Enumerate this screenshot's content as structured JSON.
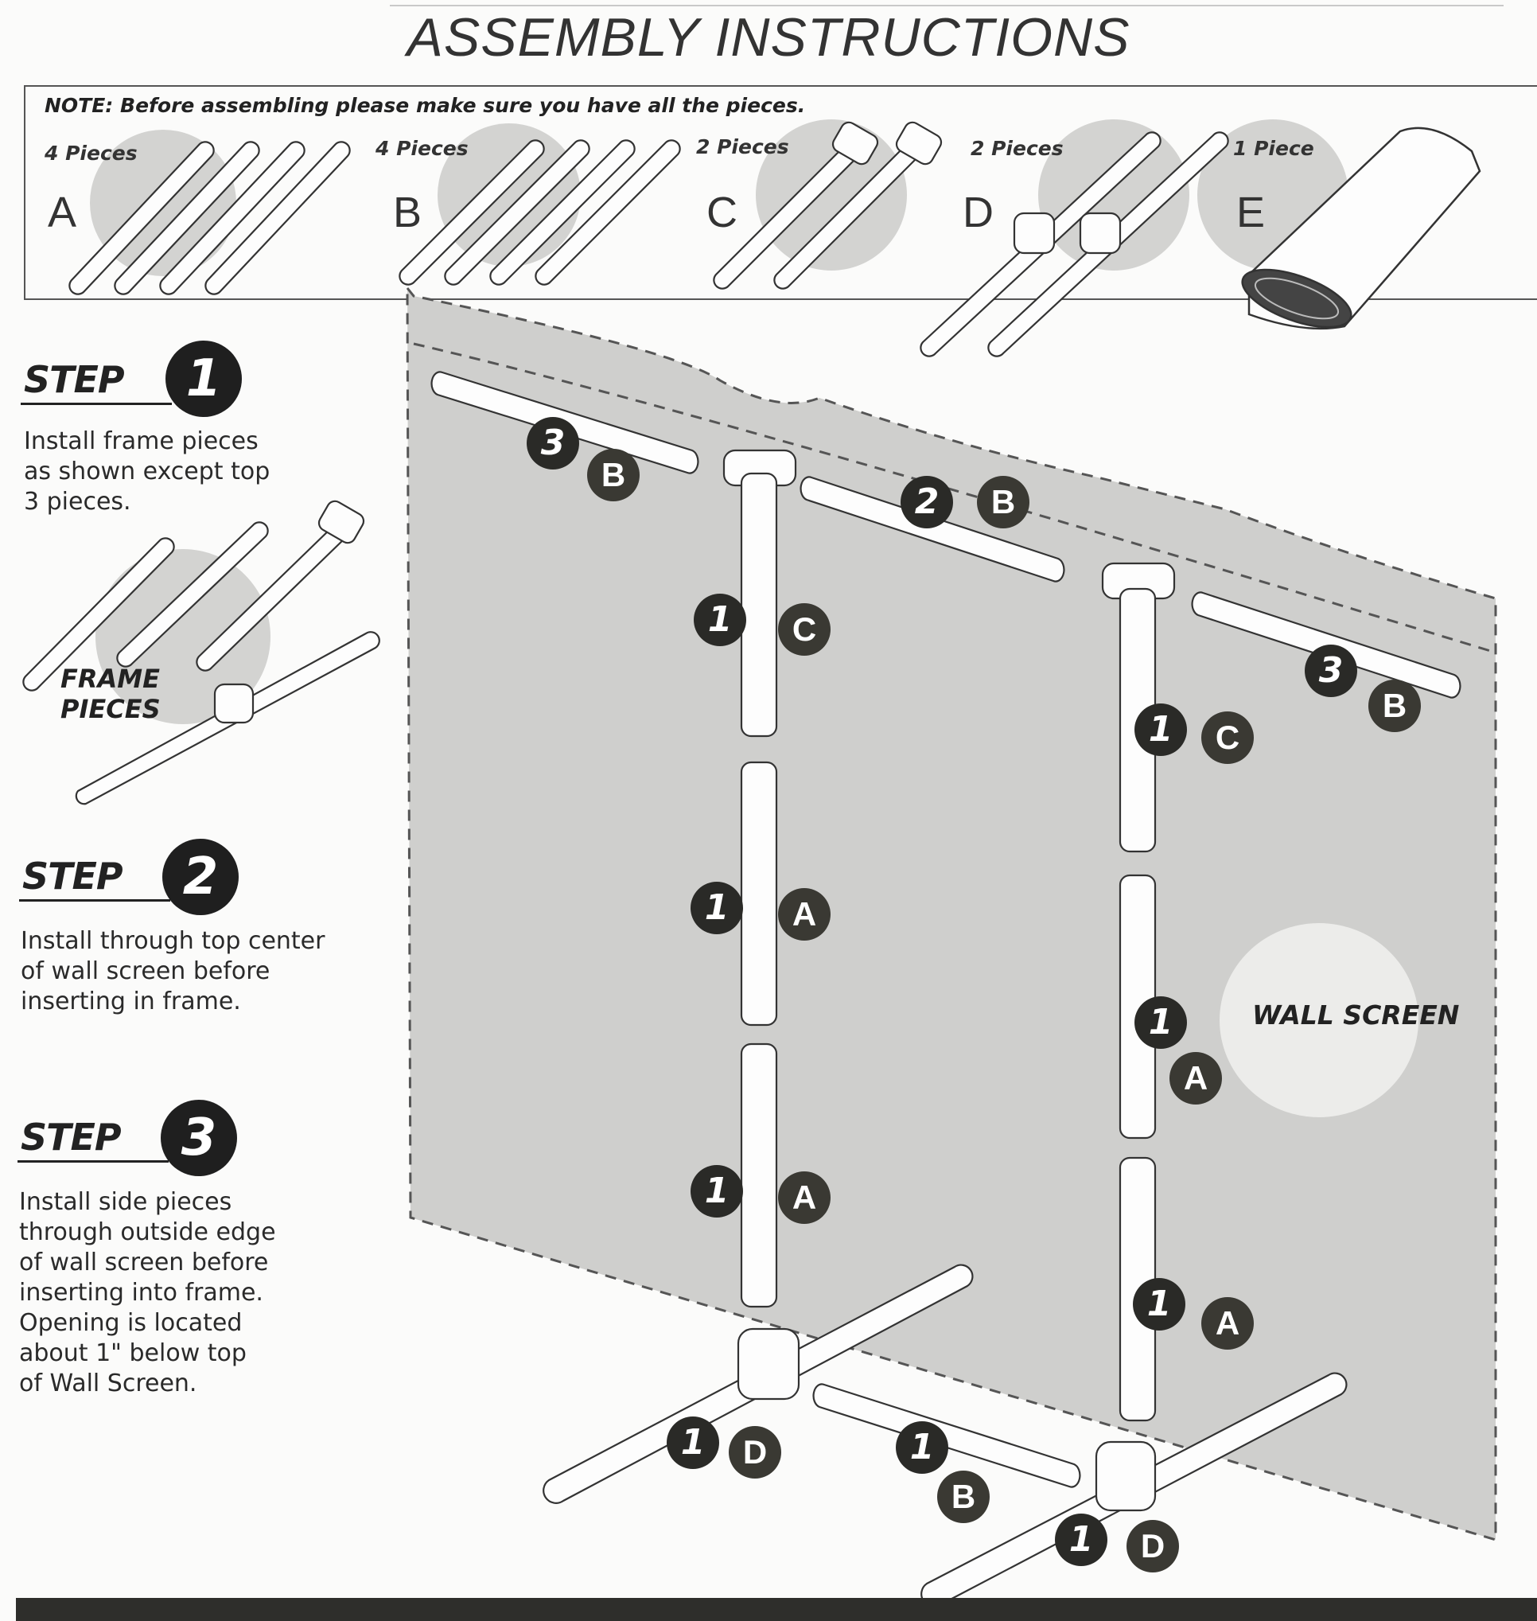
{
  "title": "ASSEMBLY INSTRUCTIONS",
  "note": "NOTE: Before assembling please make sure you have all the pieces.",
  "pieces": [
    {
      "count": "4 Pieces",
      "letter": "A"
    },
    {
      "count": "4 Pieces",
      "letter": "B"
    },
    {
      "count": "2 Pieces",
      "letter": "C"
    },
    {
      "count": "2 Pieces",
      "letter": "D"
    },
    {
      "count": "1 Piece",
      "letter": "E"
    }
  ],
  "steps": [
    {
      "heading": "STEP",
      "number": "1",
      "text": "Install frame pieces\nas shown except top\n3 pieces."
    },
    {
      "heading": "STEP",
      "number": "2",
      "text": "Install through top center\nof wall screen before\ninserting in frame."
    },
    {
      "heading": "STEP",
      "number": "3",
      "text": "Install side pieces\nthrough outside edge\nof wall screen before\ninserting into frame.\nOpening is located\nabout 1\" below top\nof Wall Screen."
    }
  ],
  "frame_pieces_label": "FRAME\nPIECES",
  "wall_screen_label": "WALL SCREEN",
  "callouts": [
    {
      "step": "3",
      "part": "B"
    },
    {
      "step": "2",
      "part": "B"
    },
    {
      "step": "3",
      "part": "B"
    },
    {
      "step": "1",
      "part": "C"
    },
    {
      "step": "1",
      "part": "C"
    },
    {
      "step": "1",
      "part": "A"
    },
    {
      "step": "1",
      "part": "A"
    },
    {
      "step": "1",
      "part": "A"
    },
    {
      "step": "1",
      "part": "A"
    },
    {
      "step": "1",
      "part": "D"
    },
    {
      "step": "1",
      "part": "B"
    },
    {
      "step": "1",
      "part": "D"
    }
  ],
  "colors": {
    "screen": "#cfcfcd",
    "badge": "#3a3933",
    "ink": "#1e1e1e"
  }
}
